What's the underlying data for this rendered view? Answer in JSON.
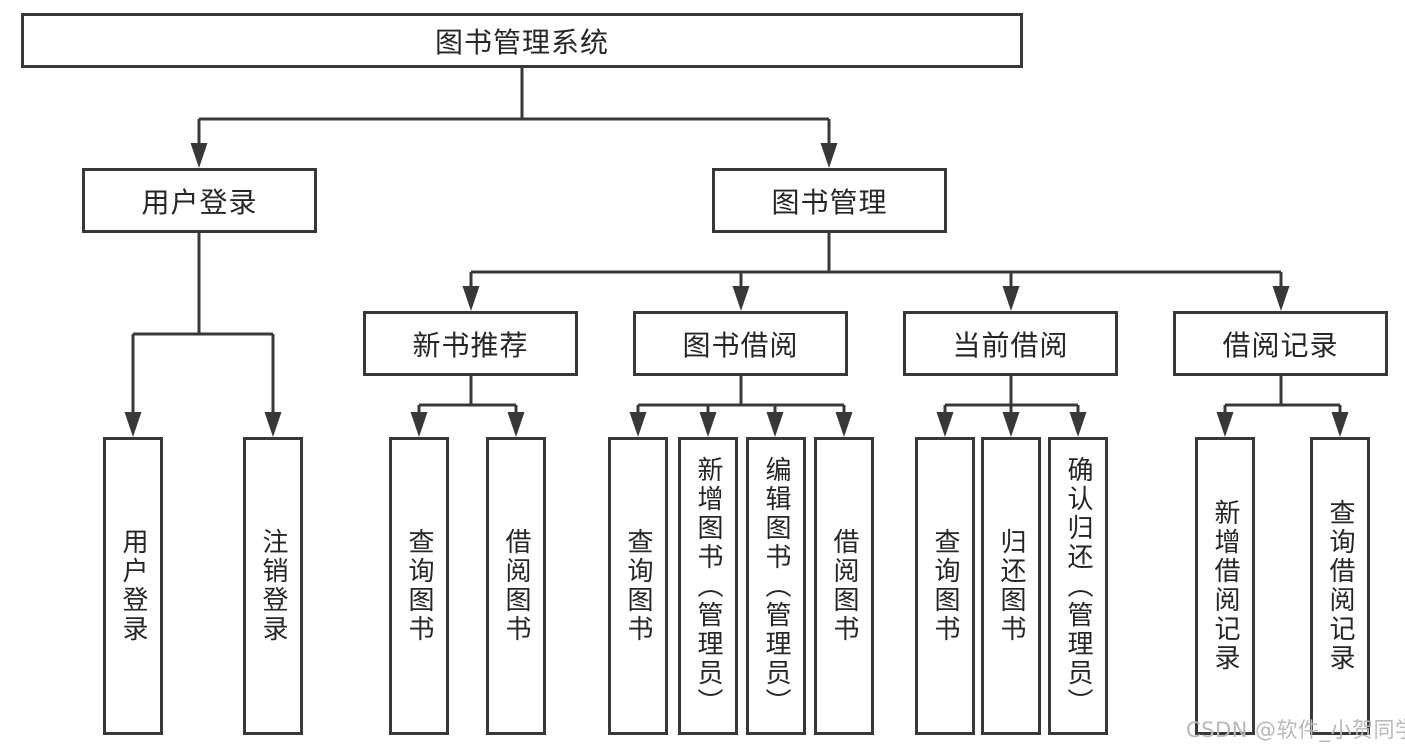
{
  "diagram": {
    "root": {
      "label": "图书管理系统"
    },
    "level2": [
      {
        "label": "用户登录",
        "children": [
          "用户登录",
          "注销登录"
        ]
      },
      {
        "label": "图书管理"
      }
    ],
    "level3": [
      {
        "label": "新书推荐",
        "children": [
          "查询图书",
          "借阅图书"
        ]
      },
      {
        "label": "图书借阅",
        "children": [
          "查询图书",
          "新增图书（管理员）",
          "编辑图书（管理员）",
          "借阅图书"
        ]
      },
      {
        "label": "当前借阅",
        "children": [
          "查询图书",
          "归还图书",
          "确认归还（管理员）"
        ]
      },
      {
        "label": "借阅记录",
        "children": [
          "新增借阅记录",
          "查询借阅记录"
        ]
      }
    ]
  },
  "watermark": {
    "text": "CSDN @软件_小贺同学"
  },
  "colors": {
    "line": "#383838",
    "text": "#262626",
    "box_background": "#ffffff",
    "watermark": "#b9b9bd",
    "background": "#ffffff"
  }
}
